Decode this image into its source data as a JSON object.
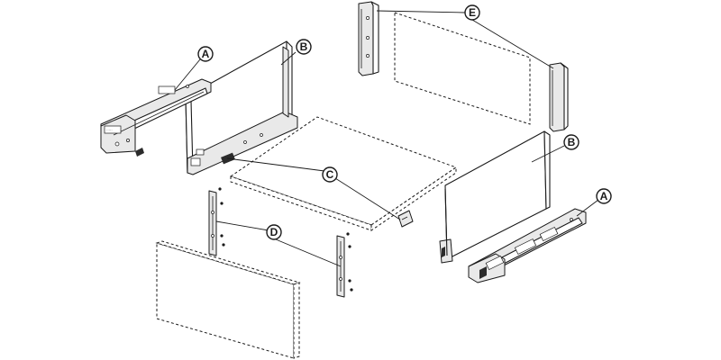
{
  "diagram": {
    "callouts": [
      {
        "id": "A-left",
        "label": "A"
      },
      {
        "id": "B-left",
        "label": "B"
      },
      {
        "id": "E",
        "label": "E"
      },
      {
        "id": "B-right",
        "label": "B"
      },
      {
        "id": "C",
        "label": "C"
      },
      {
        "id": "D",
        "label": "D"
      },
      {
        "id": "A-right",
        "label": "A"
      }
    ]
  }
}
